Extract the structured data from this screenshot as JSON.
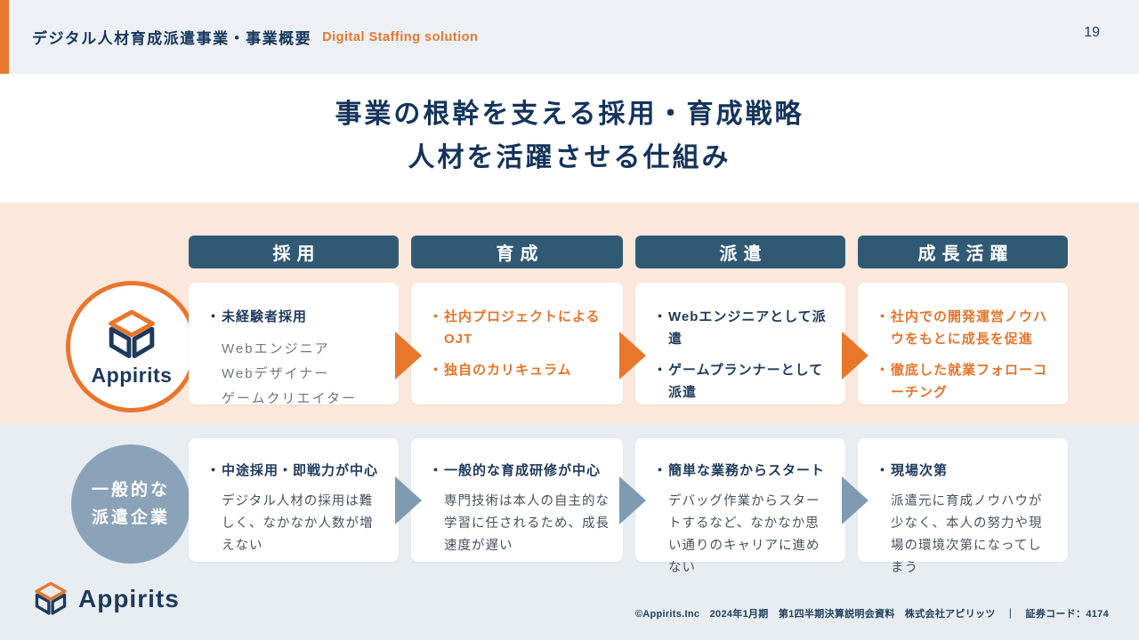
{
  "header": {
    "title": "デジタル人材育成派遣事業・事業概要",
    "subtitle": "Digital Staffing solution",
    "page_number": "19"
  },
  "main_title": {
    "line1": "事業の根幹を支える採用・育成戦略",
    "line2": "人材を活躍させる仕組み"
  },
  "columns": {
    "c1": "採用",
    "c2": "育成",
    "c3": "派遣",
    "c4": "成長活躍"
  },
  "bullet_char": "・",
  "appirits_row": {
    "logo_text": "Appirits",
    "recruit": {
      "title": "未経験者採用",
      "roles": {
        "r1": "Webエンジニア",
        "r2": "Webデザイナー",
        "r3": "ゲームクリエイター"
      }
    },
    "training": {
      "item1": "社内プロジェクトによるOJT",
      "item2": "独自のカリキュラム"
    },
    "dispatch": {
      "item1": "Webエンジニアとして派遣",
      "item2": "ゲームプランナーとして派遣"
    },
    "growth": {
      "item1": "社内での開発運営ノウハウをもとに成長を促進",
      "item2": "徹底した就業フォローコーチング"
    }
  },
  "generic_row": {
    "label1": "一般的な",
    "label2": "派遣企業",
    "recruit": {
      "title": "中途採用・即戦力が中心",
      "desc": "デジタル人材の採用は難しく、なかなか人数が増えない"
    },
    "training": {
      "title": "一般的な育成研修が中心",
      "desc": "専門技術は本人の自主的な学習に任されるため、成長速度が遅い"
    },
    "dispatch": {
      "title": "簡単な業務からスタート",
      "desc": "デバッグ作業からスタートするなど、なかなか思い通りのキャリアに進めない"
    },
    "growth": {
      "title": "現場次第",
      "desc": "派遣元に育成ノウハウが少なく、本人の努力や現場の環境次第になってしまう"
    }
  },
  "footer": {
    "logo_text": "Appirits",
    "copyright": "©Appirits.Inc　2024年1月期　第1四半期決算説明会資料　株式会社アピリッツ　｜　証券コード：4174"
  },
  "colors": {
    "accent_orange": "#E8772C",
    "navy": "#1E3A5C",
    "pill_blue": "#305A74",
    "peach_band": "#FAE8DC",
    "gray_band": "#E8EDF1",
    "gray_circle": "#8AA3B8",
    "role_gray": "#6F787E",
    "desc_gray": "#46525C"
  }
}
